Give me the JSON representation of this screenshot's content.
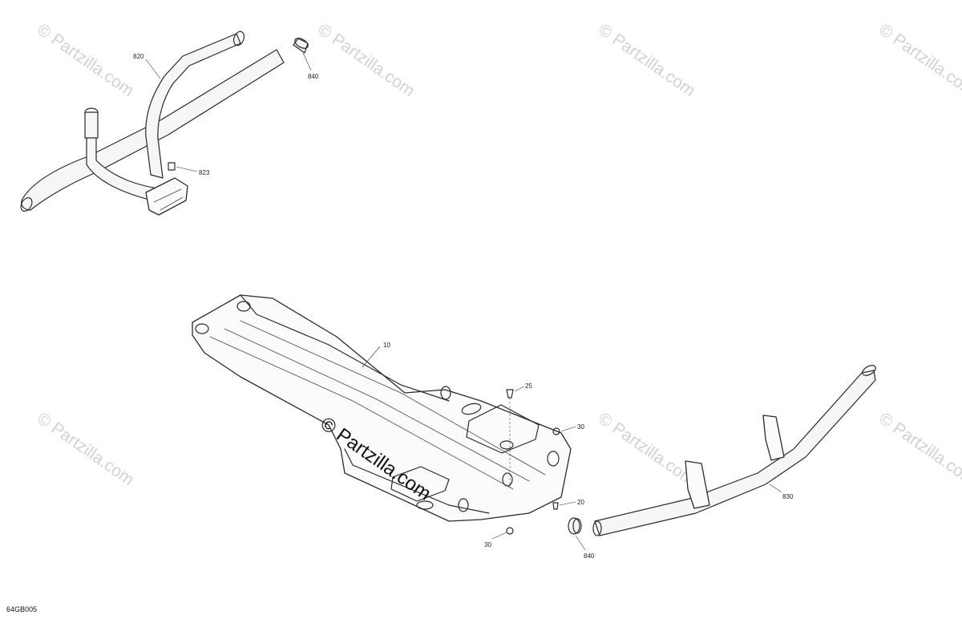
{
  "diagram": {
    "code": "64GB005",
    "watermark": "© Partzilla.com",
    "part_labels": {
      "p820": "820",
      "p840_top": "840",
      "p823": "823",
      "p10": "10",
      "p25": "25",
      "p30_right": "30",
      "p20": "20",
      "p30_bottom": "30",
      "p840_bottom": "840",
      "p830": "830"
    }
  }
}
